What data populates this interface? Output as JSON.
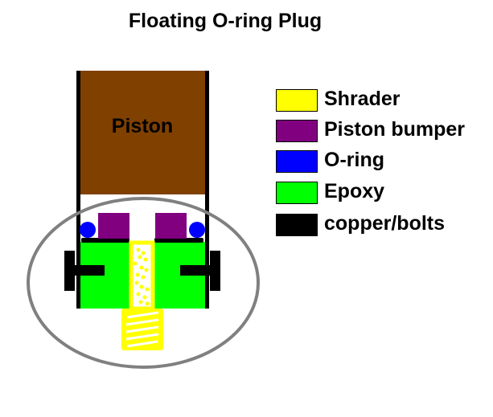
{
  "title": "Floating O-ring Plug",
  "diagram": {
    "piston_label": "Piston",
    "colors": {
      "piston": "#804000",
      "shrader": "#ffff00",
      "bumper": "#800080",
      "oring": "#0000ff",
      "epoxy": "#00ff00",
      "copper_bolts": "#000000",
      "detail_ellipse": "#808080"
    }
  },
  "legend": [
    {
      "label": "Shrader",
      "color": "#ffff00"
    },
    {
      "label": "Piston bumper",
      "color": "#800080"
    },
    {
      "label": "O-ring",
      "color": "#0000ff"
    },
    {
      "label": "Epoxy",
      "color": "#00ff00"
    },
    {
      "label": "copper/bolts",
      "color": "#000000"
    }
  ]
}
